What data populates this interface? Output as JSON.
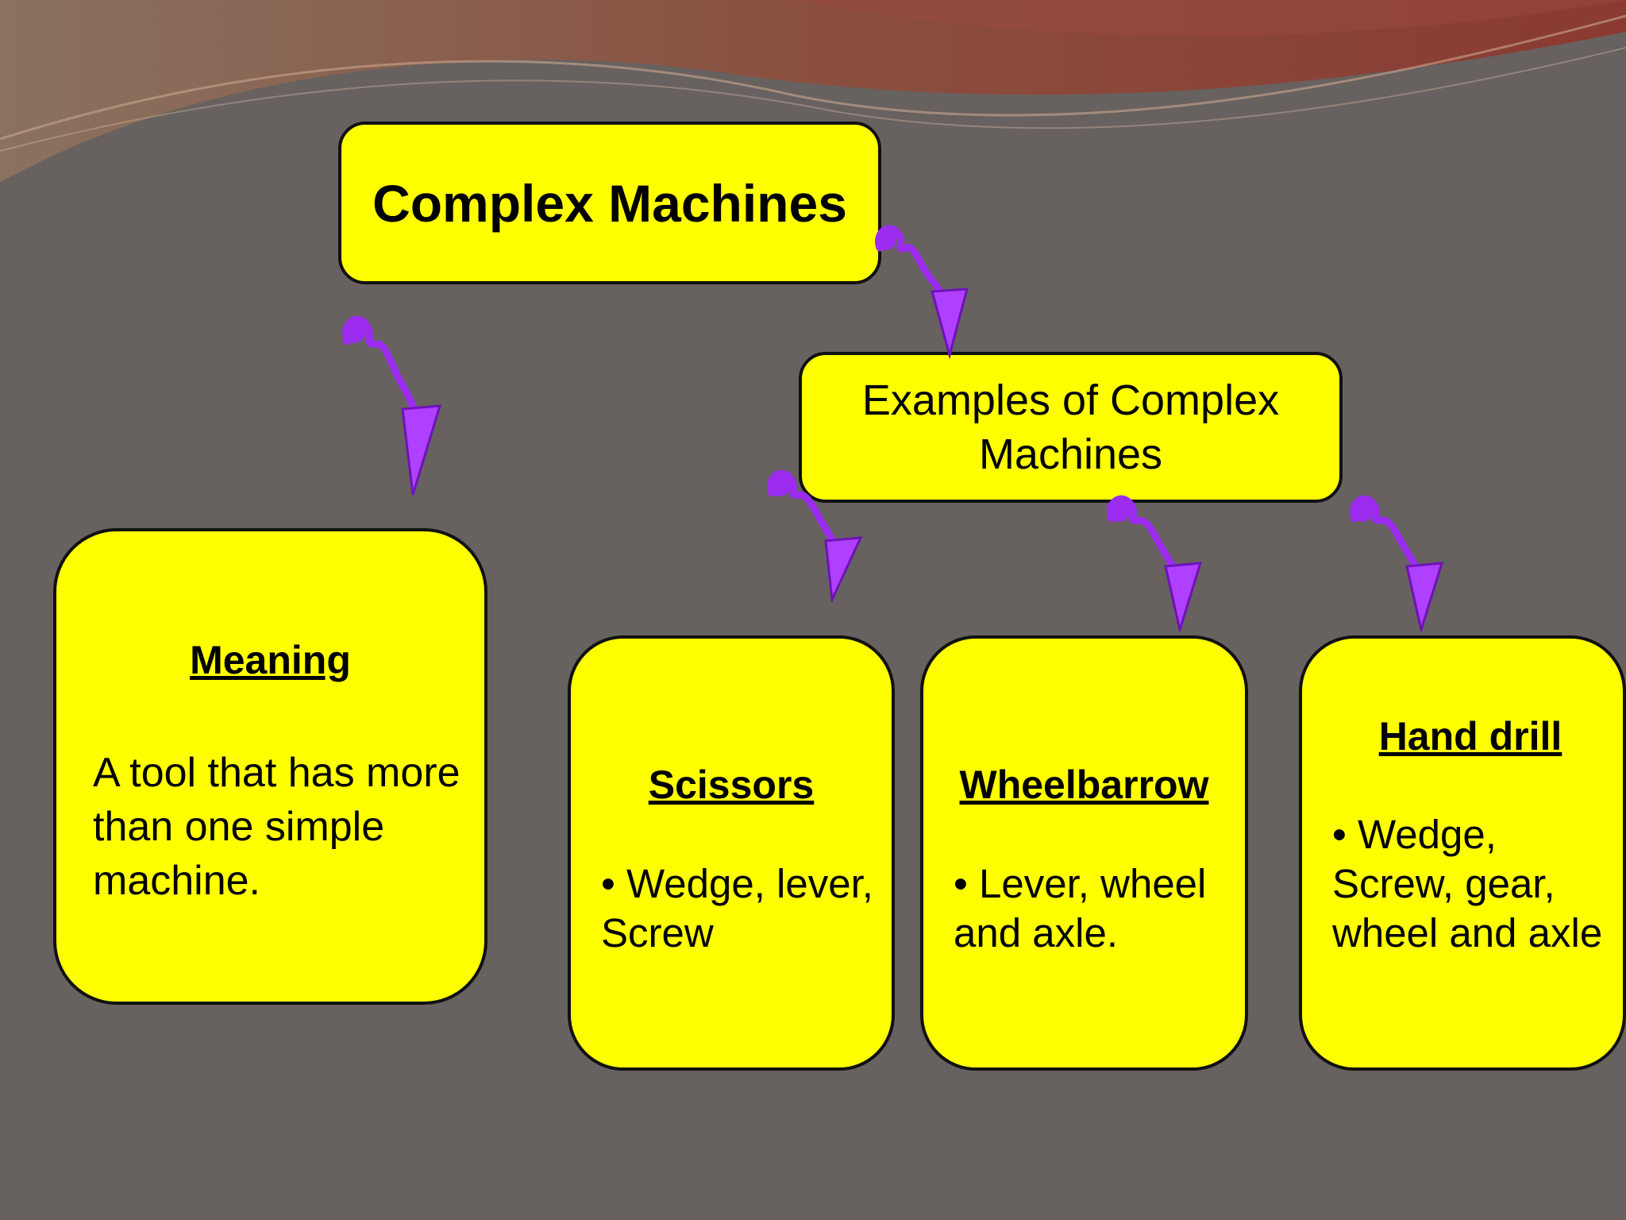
{
  "title": "Complex Machines",
  "examples": {
    "heading": "Examples of Complex Machines"
  },
  "meaning": {
    "heading": "Meaning",
    "text": "A tool that has more than one simple machine."
  },
  "cards": [
    {
      "heading": "Scissors",
      "text": "• Wedge, lever, Screw"
    },
    {
      "heading": "Wheelbarrow",
      "text": "• Lever, wheel and axle."
    },
    {
      "heading": "Hand drill",
      "text": "• Wedge, Screw, gear, wheel and axle"
    }
  ],
  "colors": {
    "box_fill": "#ffff00",
    "box_border": "#111111",
    "arrow": "#9b2cf0",
    "background": "#67615f"
  }
}
